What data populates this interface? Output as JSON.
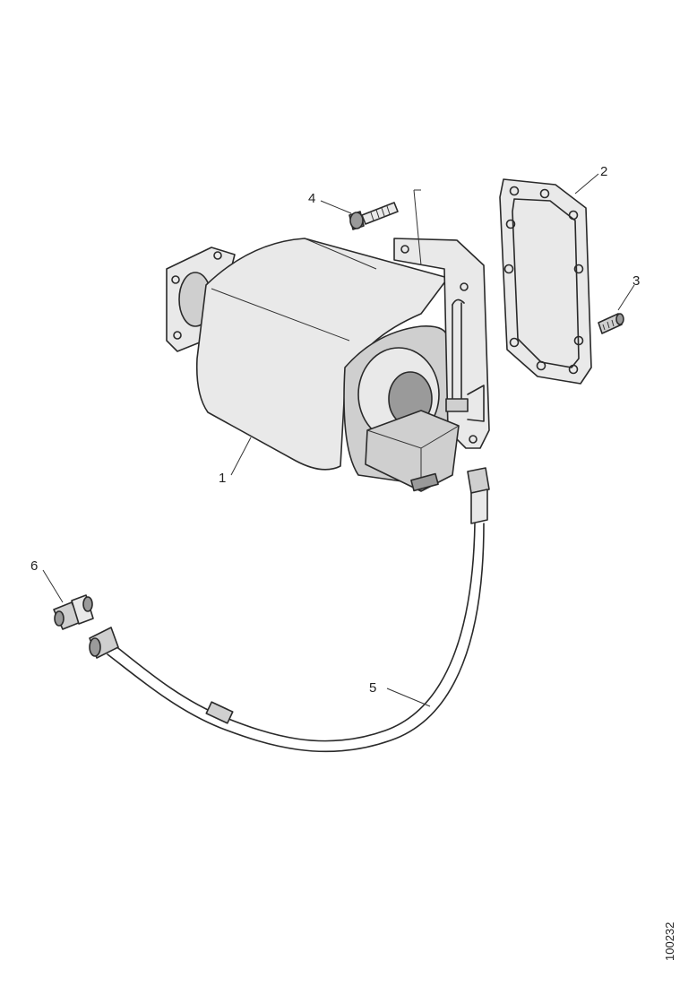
{
  "diagram": {
    "callouts": [
      {
        "id": "1",
        "label": "1"
      },
      {
        "id": "2",
        "label": "2"
      },
      {
        "id": "3",
        "label": "3"
      },
      {
        "id": "4",
        "label": "4"
      },
      {
        "id": "5",
        "label": "5"
      },
      {
        "id": "6",
        "label": "6"
      }
    ],
    "reference_code": "100232"
  }
}
